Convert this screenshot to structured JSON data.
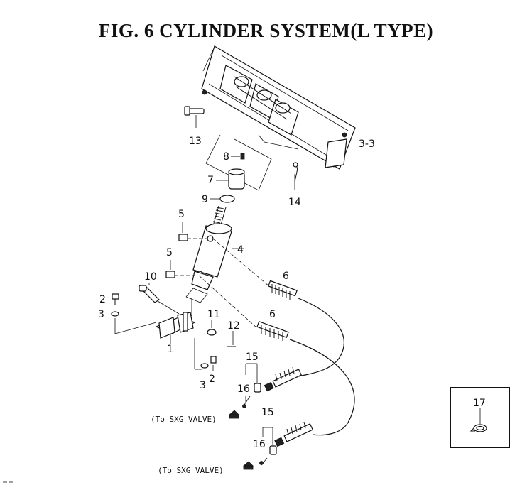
{
  "title": "FIG.  6  CYLINDER SYSTEM(L TYPE)",
  "labels": {
    "p1": "1",
    "p2a": "2",
    "p2b": "2",
    "p3a": "3",
    "p3b": "3",
    "p33": "3-3",
    "p4": "4",
    "p5a": "5",
    "p5b": "5",
    "p6a": "6",
    "p6b": "6",
    "p7": "7",
    "p8": "8",
    "p9": "9",
    "p10": "10",
    "p11": "11",
    "p12": "12",
    "p13": "13",
    "p14": "14",
    "p15a": "15",
    "p15b": "15",
    "p16a": "16",
    "p16b": "16",
    "p17": "17"
  },
  "notes": {
    "to_valve_1": "(To SXG VALVE)",
    "to_valve_2": "(To SXG VALVE)"
  }
}
